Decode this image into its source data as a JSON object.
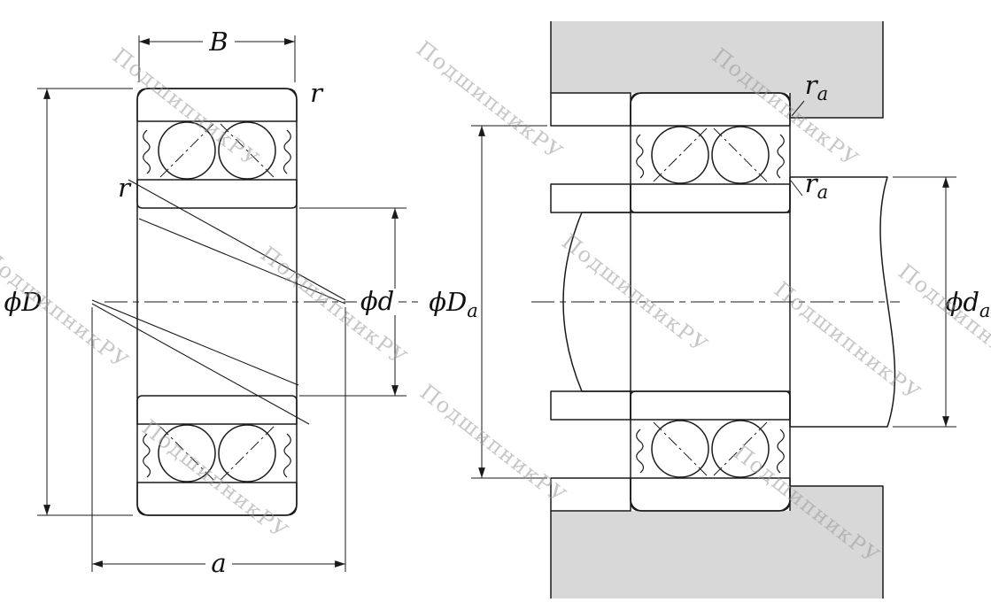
{
  "watermark": {
    "text": "ПодшипникРУ"
  },
  "colors": {
    "background": "#ffffff",
    "ring_fill": "#b3b3b3",
    "housing_fill": "#d8d8d8"
  },
  "left_figure": {
    "labels": {
      "width": "B",
      "outer_chamfer": "r",
      "inner_chamfer": "r",
      "outer_diameter": "ϕD",
      "bore_diameter": "ϕd",
      "effective_center_distance": "a"
    }
  },
  "right_figure": {
    "labels": {
      "housing_shoulder_diameter": {
        "main": "ϕD",
        "sub": "a"
      },
      "shaft_shoulder_diameter": {
        "main": "ϕd",
        "sub": "a"
      },
      "housing_fillet_radius": {
        "main": "r",
        "sub": "a"
      },
      "shaft_fillet_radius": {
        "main": "r",
        "sub": "a"
      }
    }
  }
}
